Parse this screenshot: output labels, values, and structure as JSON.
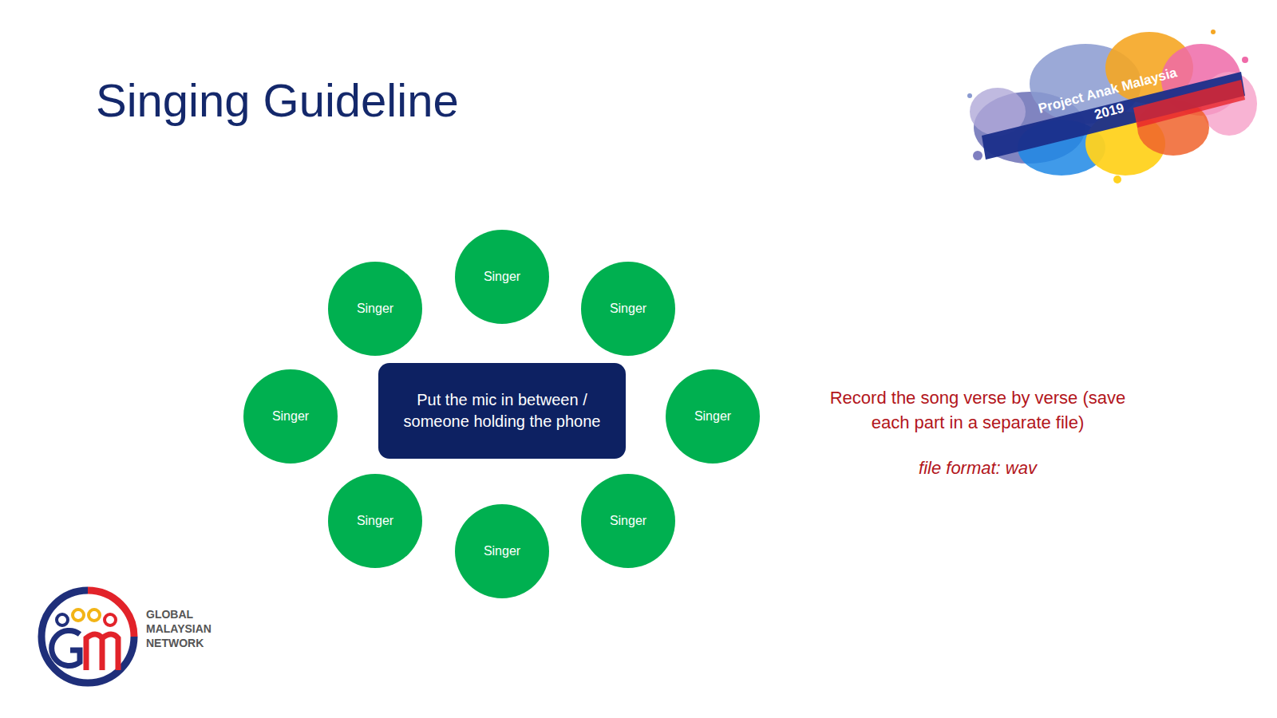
{
  "diagram": {
    "title": "Singing Guideline",
    "nodes": [
      {
        "text": [
          "Singer"
        ]
      },
      {
        "text": [
          "Singer"
        ]
      },
      {
        "text": [
          "Singer"
        ]
      },
      {
        "text": [
          "Singer"
        ]
      },
      {
        "text": [
          "Put the mic in between / someone holding the phone"
        ]
      },
      {
        "text": [
          "Singer"
        ]
      },
      {
        "text": [
          "Singer"
        ]
      },
      {
        "text": [
          "Singer"
        ]
      },
      {
        "text": [
          "Singer"
        ]
      }
    ],
    "labels": [
      "Project Anak Malaysia",
      "2019",
      "Record the song verse by verse (save each part in a separate file)",
      "file format: wav",
      "GLOBAL MALAYSIAN NETWORK"
    ]
  }
}
